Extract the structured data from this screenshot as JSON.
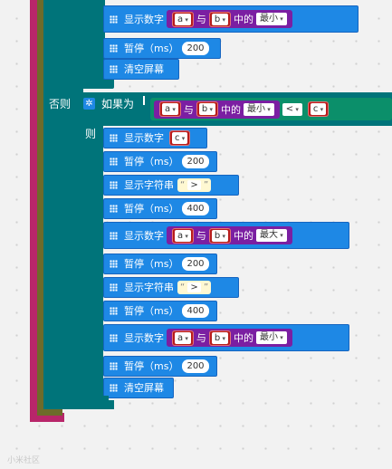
{
  "colors": {
    "logic": "#00747a",
    "basic": "#1e88e5",
    "math": "#7b1fa2",
    "variable": "#b71c1c",
    "loop_outer": "#b8266a"
  },
  "top_blocks": [
    {
      "label": "显示数字",
      "var_a": "a",
      "with": "与",
      "var_b": "b",
      "of": "中的",
      "op": "最小"
    },
    {
      "label": "暂停（ms）",
      "value": "200"
    },
    {
      "label": "清空屏幕"
    }
  ],
  "else_label": "否则",
  "if_block": {
    "if_label": "如果为",
    "cond_left": {
      "var_a": "a",
      "with": "与",
      "var_b": "b",
      "of": "中的",
      "op": "最小"
    },
    "compare": "<",
    "cond_right": "c",
    "then_label": "则"
  },
  "then_blocks": {
    "b1": {
      "label": "显示数字",
      "var": "c"
    },
    "b2": {
      "label": "暂停（ms）",
      "value": "200"
    },
    "b3": {
      "label": "显示字符串",
      "open": "“",
      "text": ">",
      "close": "”"
    },
    "b4": {
      "label": "暂停（ms）",
      "value": "400"
    },
    "b5": {
      "label": "显示数字",
      "var_a": "a",
      "with": "与",
      "var_b": "b",
      "of": "中的",
      "op": "最大"
    },
    "b6": {
      "label": "暂停（ms）",
      "value": "200"
    },
    "b7": {
      "label": "显示字符串",
      "open": "“",
      "text": ">",
      "close": "”"
    },
    "b8": {
      "label": "暂停（ms）",
      "value": "400"
    },
    "b9": {
      "label": "显示数字",
      "var_a": "a",
      "with": "与",
      "var_b": "b",
      "of": "中的",
      "op": "最小"
    },
    "b10": {
      "label": "暂停（ms）",
      "value": "200"
    },
    "b11": {
      "label": "清空屏幕"
    }
  },
  "watermark": "小米社区"
}
